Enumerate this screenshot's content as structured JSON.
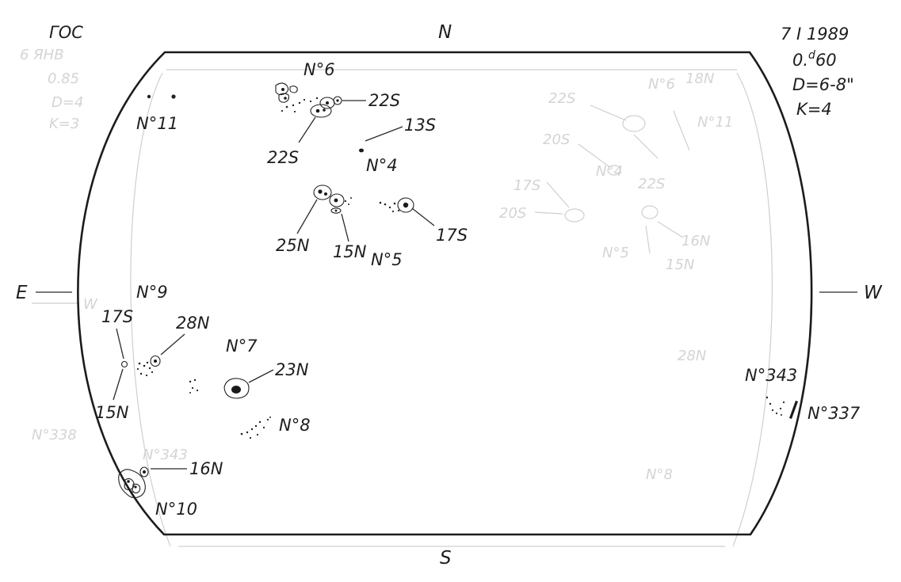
{
  "header": {
    "observatory": "ГОС",
    "date": "7 I 1989",
    "time": "0.d60",
    "time_main": "0.",
    "time_sup": "d",
    "time_tail": "60",
    "seeing": "D=6-8\"",
    "quality": "K=4"
  },
  "compass": {
    "north": "N",
    "south": "S",
    "east": "E",
    "west": "W"
  },
  "groups": [
    {
      "id": "no6",
      "label": "N°6"
    },
    {
      "id": "no11",
      "label": "N°11"
    },
    {
      "id": "no4",
      "label": "N°4"
    },
    {
      "id": "no5",
      "label": "N°5"
    },
    {
      "id": "no9",
      "label": "N°9"
    },
    {
      "id": "no7",
      "label": "N°7"
    },
    {
      "id": "no8",
      "label": "N°8"
    },
    {
      "id": "no10",
      "label": "N°10"
    },
    {
      "id": "no343",
      "label": "N°343"
    },
    {
      "id": "no337",
      "label": "N°337"
    }
  ],
  "latitudes": [
    {
      "id": "lat-22s-a",
      "label": "22S"
    },
    {
      "id": "lat-22s-b",
      "label": "22S"
    },
    {
      "id": "lat-13s",
      "label": "13S"
    },
    {
      "id": "lat-25n",
      "label": "25N"
    },
    {
      "id": "lat-15n-a",
      "label": "15N"
    },
    {
      "id": "lat-17s-a",
      "label": "17S"
    },
    {
      "id": "lat-17s-b",
      "label": "17S"
    },
    {
      "id": "lat-28n",
      "label": "28N"
    },
    {
      "id": "lat-15n-b",
      "label": "15N"
    },
    {
      "id": "lat-23n",
      "label": "23N"
    },
    {
      "id": "lat-16n",
      "label": "16N"
    }
  ],
  "colors": {
    "ink": "#1e1e1e",
    "paper": "#ffffff",
    "bleed": "#d4d4d4"
  }
}
